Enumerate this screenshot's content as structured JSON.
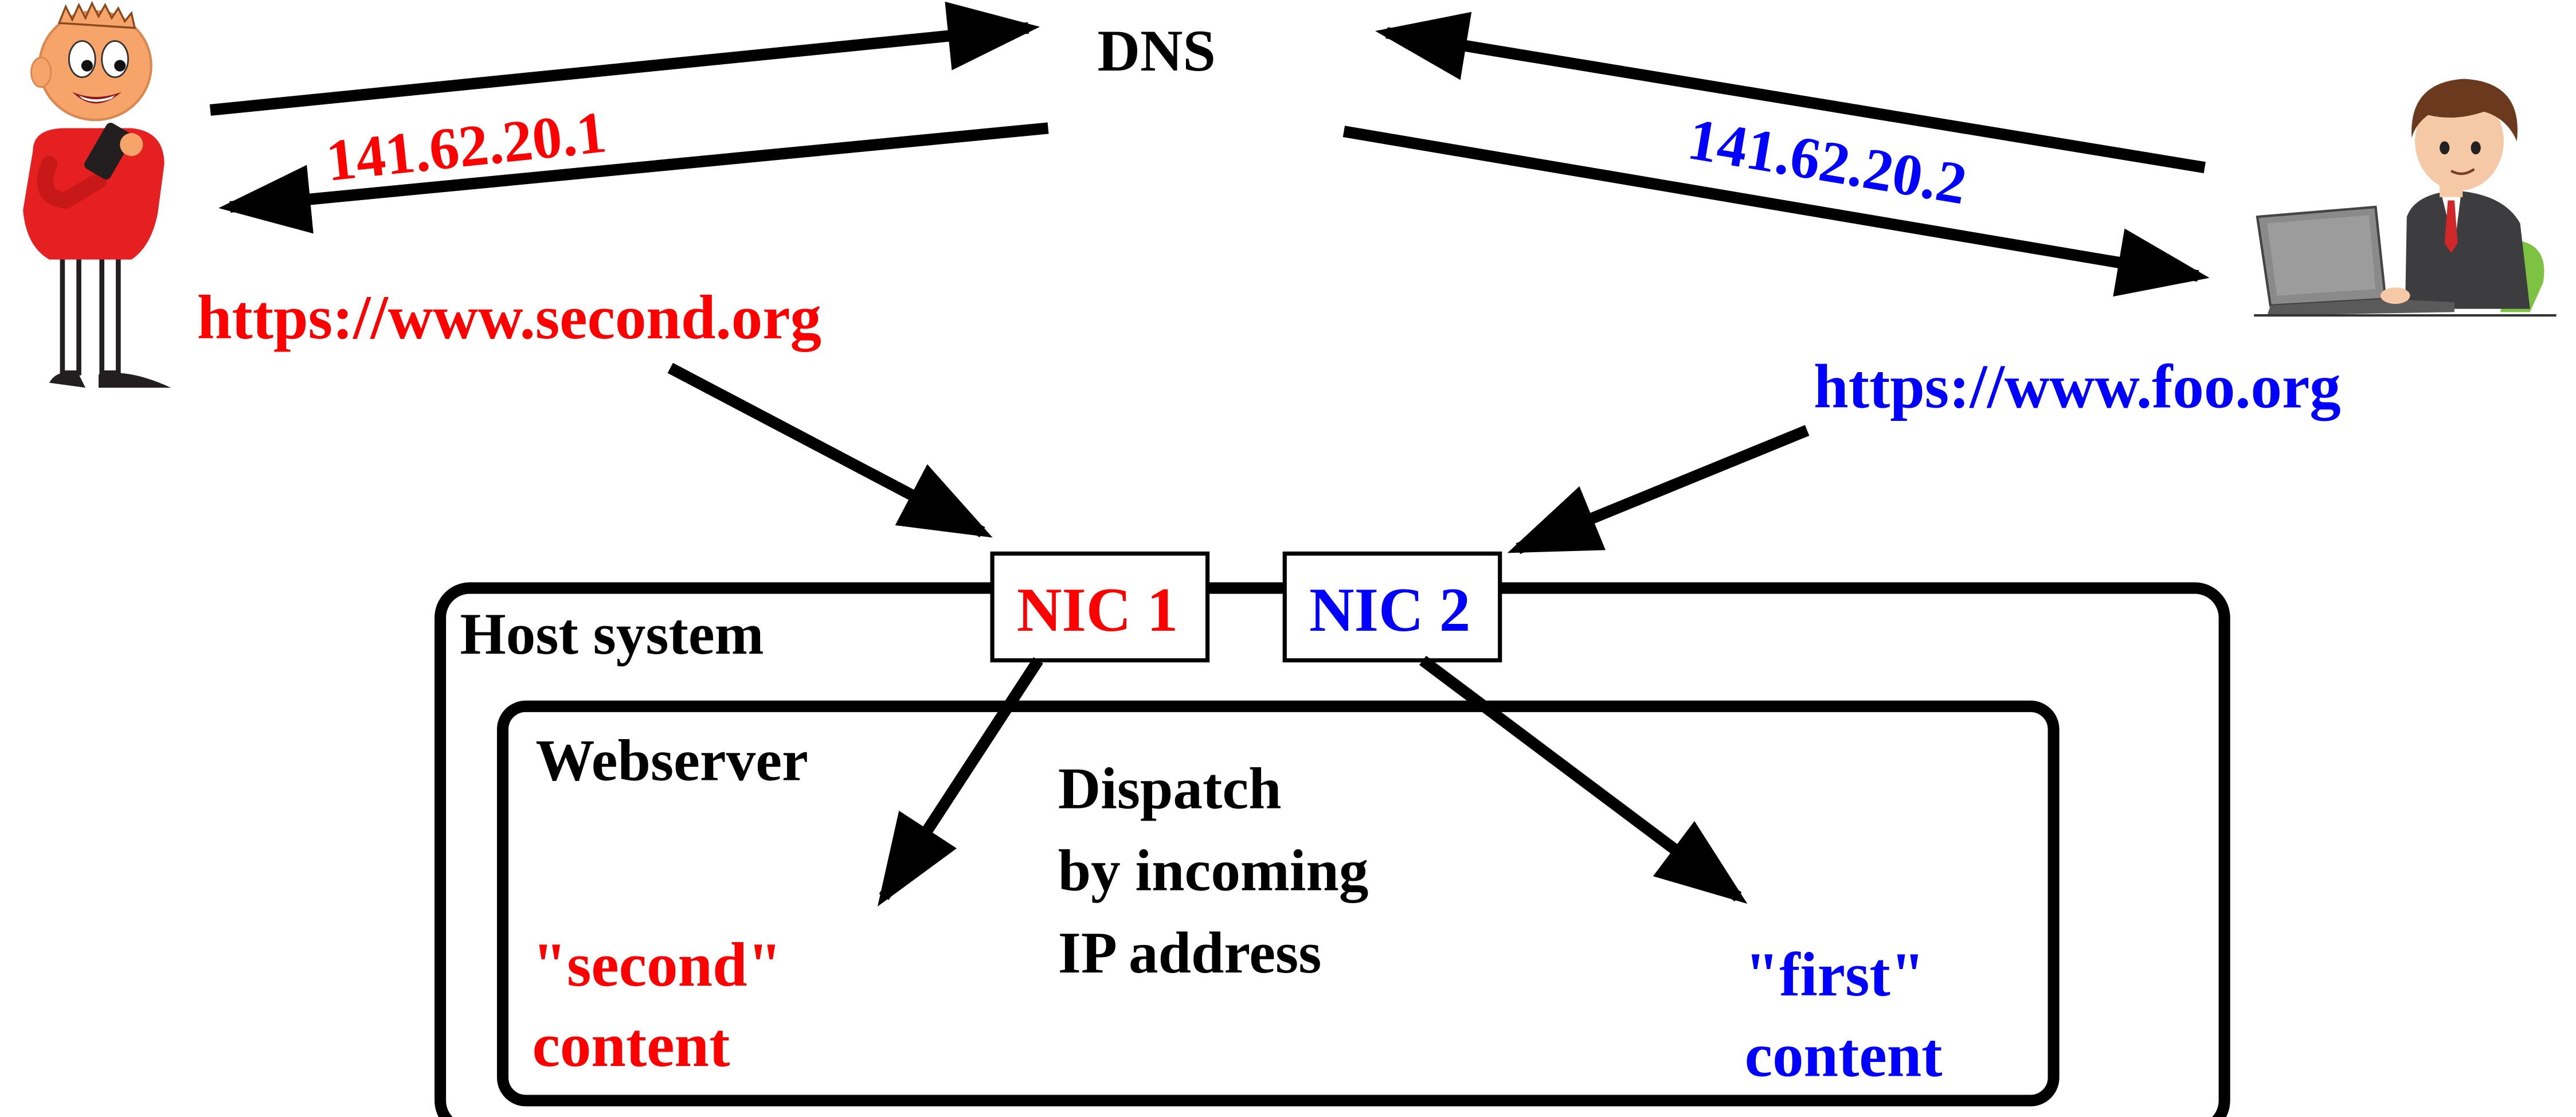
{
  "colors": {
    "red_site": "#ff0000",
    "blue_site": "#0000ff",
    "stroke": "#000000",
    "background": "#ffffff"
  },
  "icons": {
    "left_user": "smartphone-user-icon",
    "right_user": "laptop-user-icon"
  },
  "dns": {
    "label": "DNS"
  },
  "left_client": {
    "ip": "141.62.20.1",
    "url": "https://www.second.org"
  },
  "right_client": {
    "ip": "141.62.20.2",
    "url": "https://www.foo.org"
  },
  "host": {
    "label": "Host system"
  },
  "nics": {
    "nic1": "NIC 1",
    "nic2": "NIC 2"
  },
  "webserver": {
    "label": "Webserver",
    "dispatch_lines": [
      "Dispatch",
      "by incoming",
      "IP address"
    ],
    "second_content": [
      "\"second\"",
      "content"
    ],
    "first_content": [
      "\"first\"",
      "content"
    ]
  }
}
